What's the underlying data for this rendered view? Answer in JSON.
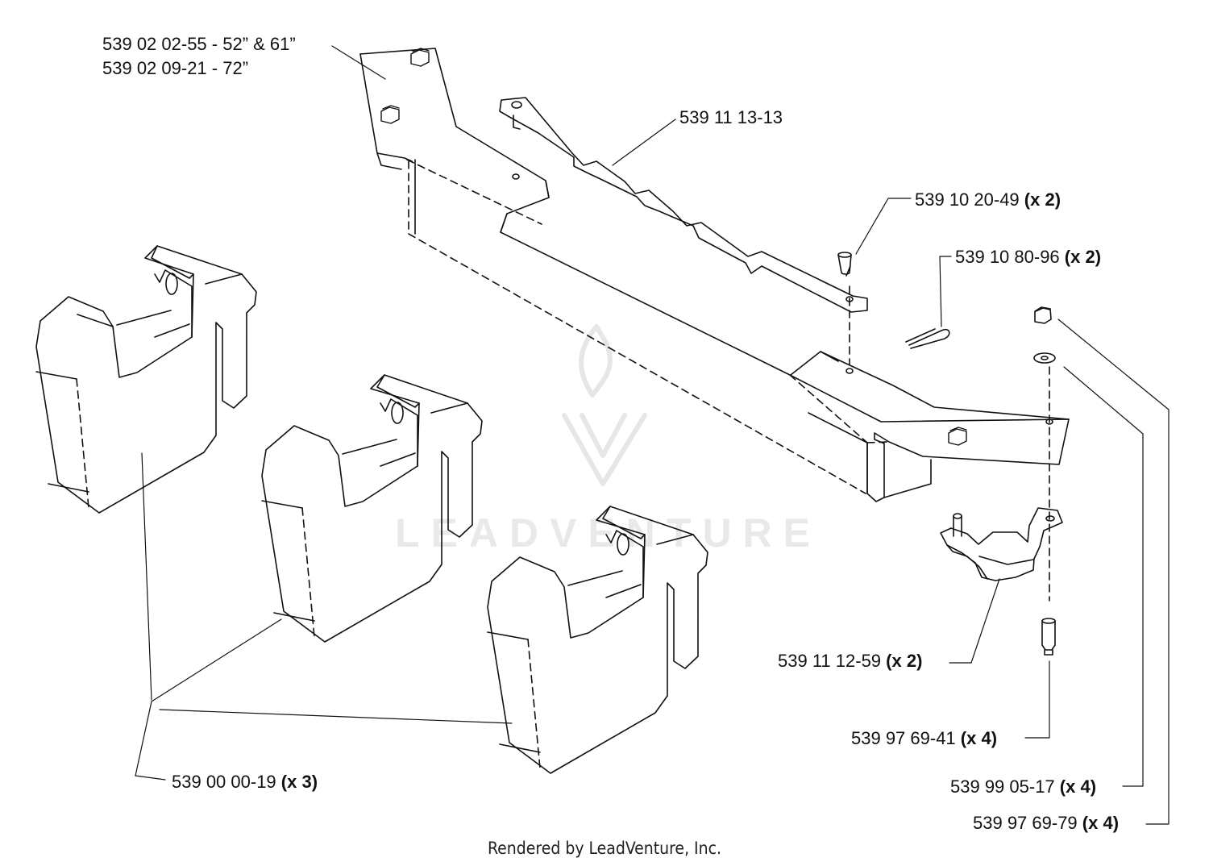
{
  "callouts": [
    {
      "id": "mount-bracket",
      "lines": [
        {
          "part": "539 02 02-55 - 52” & 61”",
          "qty": ""
        },
        {
          "part": "539 02 09-21 - 72”",
          "qty": ""
        }
      ]
    },
    {
      "id": "bar",
      "lines": [
        {
          "part": "539 11 13-13",
          "qty": ""
        }
      ]
    },
    {
      "id": "pin",
      "lines": [
        {
          "part": "539 10 20-49 ",
          "qty": "(x 2)"
        }
      ]
    },
    {
      "id": "hairpin",
      "lines": [
        {
          "part": "539 10 80-96 ",
          "qty": "(x 2)"
        }
      ]
    },
    {
      "id": "clamp",
      "lines": [
        {
          "part": "539 11 12-59 ",
          "qty": "(x 2)"
        }
      ]
    },
    {
      "id": "bolt",
      "lines": [
        {
          "part": "539 97 69-41 ",
          "qty": "(x 4)"
        }
      ]
    },
    {
      "id": "washer",
      "lines": [
        {
          "part": "539 99 05-17 ",
          "qty": "(x 4)"
        }
      ]
    },
    {
      "id": "nut",
      "lines": [
        {
          "part": "539 97 69-79 ",
          "qty": "(x 4)"
        }
      ]
    },
    {
      "id": "weight",
      "lines": [
        {
          "part": "539 00 00-19 ",
          "qty": "(x 3)"
        }
      ]
    }
  ],
  "watermark": "LEADVENTURE",
  "footer": "Rendered by LeadVenture, Inc."
}
